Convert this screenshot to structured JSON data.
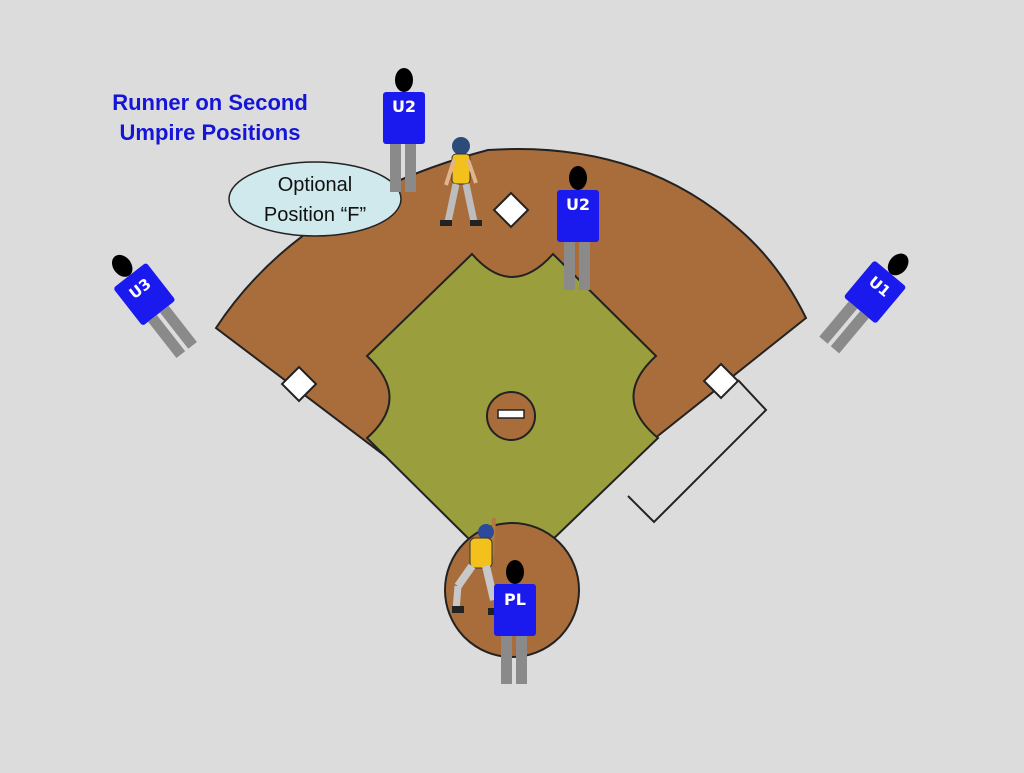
{
  "title": {
    "line1": "Runner on Second",
    "line2": "Umpire Positions"
  },
  "callout": {
    "line1": "Optional",
    "line2": "Position “F”"
  },
  "umpires": {
    "u2_deep": "U2",
    "u2_infield": "U2",
    "u3": "U3",
    "u1": "U1",
    "plate": "PL"
  },
  "colors": {
    "background": "#dcdcdc",
    "dirt": "#a96d3b",
    "grass": "#9b9e3d",
    "umpire_shirt": "#1a1aee",
    "umpire_pants": "#8a8a8a",
    "title_text": "#1515d8",
    "callout_fill": "#cfe9ec"
  },
  "icons": [
    "runner-icon",
    "batter-icon",
    "base-icon",
    "pitcher-rubber-icon"
  ]
}
